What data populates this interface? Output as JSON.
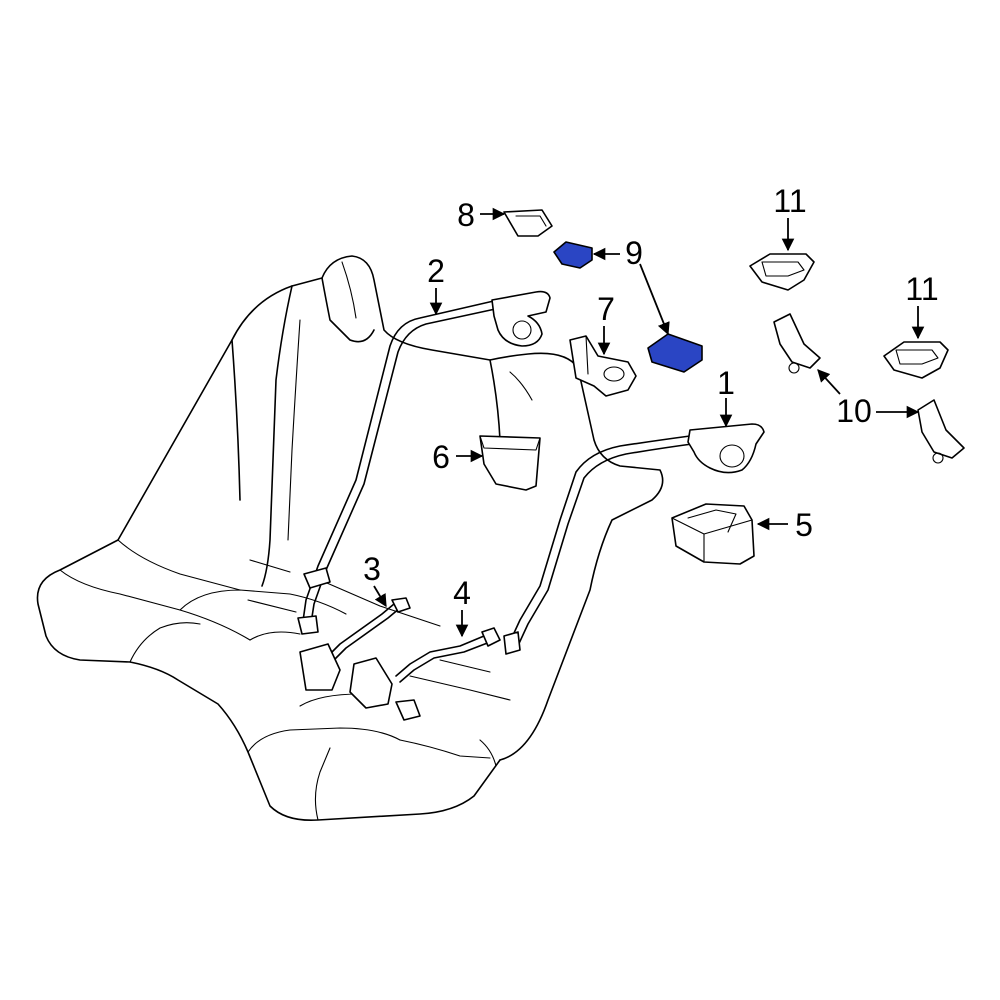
{
  "diagram": {
    "highlight_color": "#2a45c4",
    "callouts": [
      "1",
      "2",
      "3",
      "4",
      "5",
      "6",
      "7",
      "8",
      "9",
      "10",
      "11",
      "11"
    ]
  }
}
